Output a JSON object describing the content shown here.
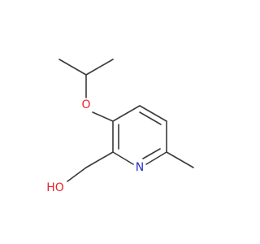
{
  "molecule": {
    "atoms": {
      "o_ether": {
        "label": "O",
        "color": "#e8242c"
      },
      "n_ring": {
        "label": "N",
        "color": "#2630c8"
      },
      "o_hydroxyl": {
        "label": "HO",
        "color": "#e8242c"
      }
    },
    "colors": {
      "bond": "#3a3a3a",
      "oxygen": "#e8242c",
      "nitrogen": "#2630c8"
    }
  }
}
